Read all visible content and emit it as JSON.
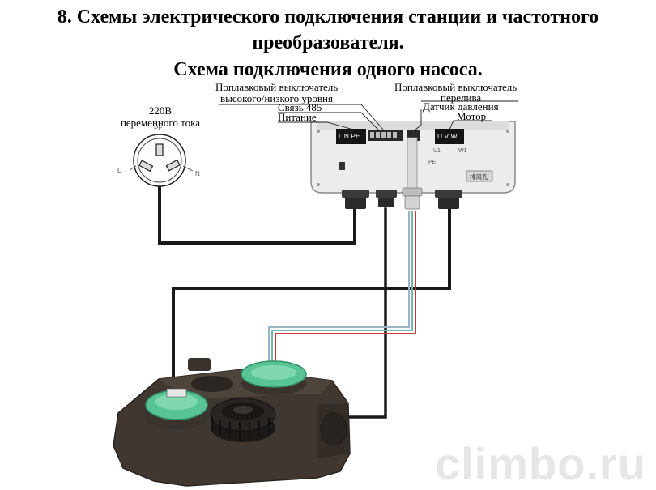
{
  "title": {
    "line1": "8. Схемы электрического подключения станции и частотного",
    "line2": "преобразователя.",
    "line3": "Схема подключения одного насоса."
  },
  "power_source": {
    "voltage": "220В",
    "type": "переменного тока",
    "pin_pe": "PE",
    "pin_l": "L",
    "pin_n": "N"
  },
  "callouts": {
    "float_switch_levels_line1": "Поплавковый выключатель",
    "float_switch_levels_line2": "высокого/низкого уровня",
    "link_485": "Связь 485",
    "power": "Питание",
    "overflow_switch_line1": "Поплавковый выключатель",
    "overflow_switch_line2": "перелива",
    "pressure_sensor": "Датчик давления",
    "motor": "Мотор"
  },
  "terminals": {
    "power_block": "L N PE",
    "motor_block": "U V W",
    "u1": "U1",
    "w1": "W1",
    "pe": "PE",
    "plate": "排风孔"
  },
  "watermark": "climbo.ru",
  "colors": {
    "wire": "#1a1a1a",
    "controller_body": "#e9e9e9",
    "terminal_block": "#151515",
    "pump_body": "#3f3730",
    "pump_green": "#58c496",
    "sensor_red": "#c23b3b",
    "sensor_teal": "#6fb6b0"
  }
}
